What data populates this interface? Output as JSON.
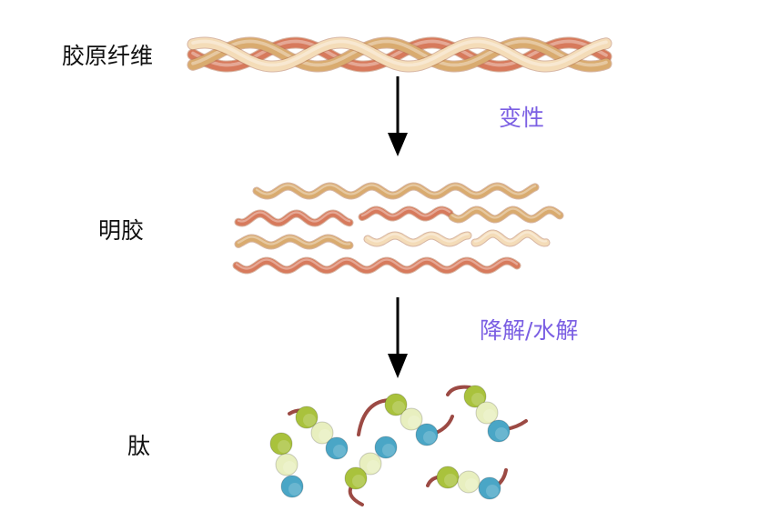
{
  "labels": {
    "collagen_fiber": "胶原纤维",
    "gelatin": "明胶",
    "peptide": "肽"
  },
  "steps": {
    "denaturation": "变性",
    "degradation_hydrolysis": "降解/水解"
  },
  "colors": {
    "step_text": "#7b5fe3",
    "strand_tan": "#d9ab6f",
    "strand_cream": "#f4dcb8",
    "strand_salmon": "#d77a5c",
    "bead_green": "#a9c23c",
    "bead_cream": "#e8efbf",
    "bead_blue": "#4aa6c6",
    "peptide_tail": "#9c4a44"
  }
}
